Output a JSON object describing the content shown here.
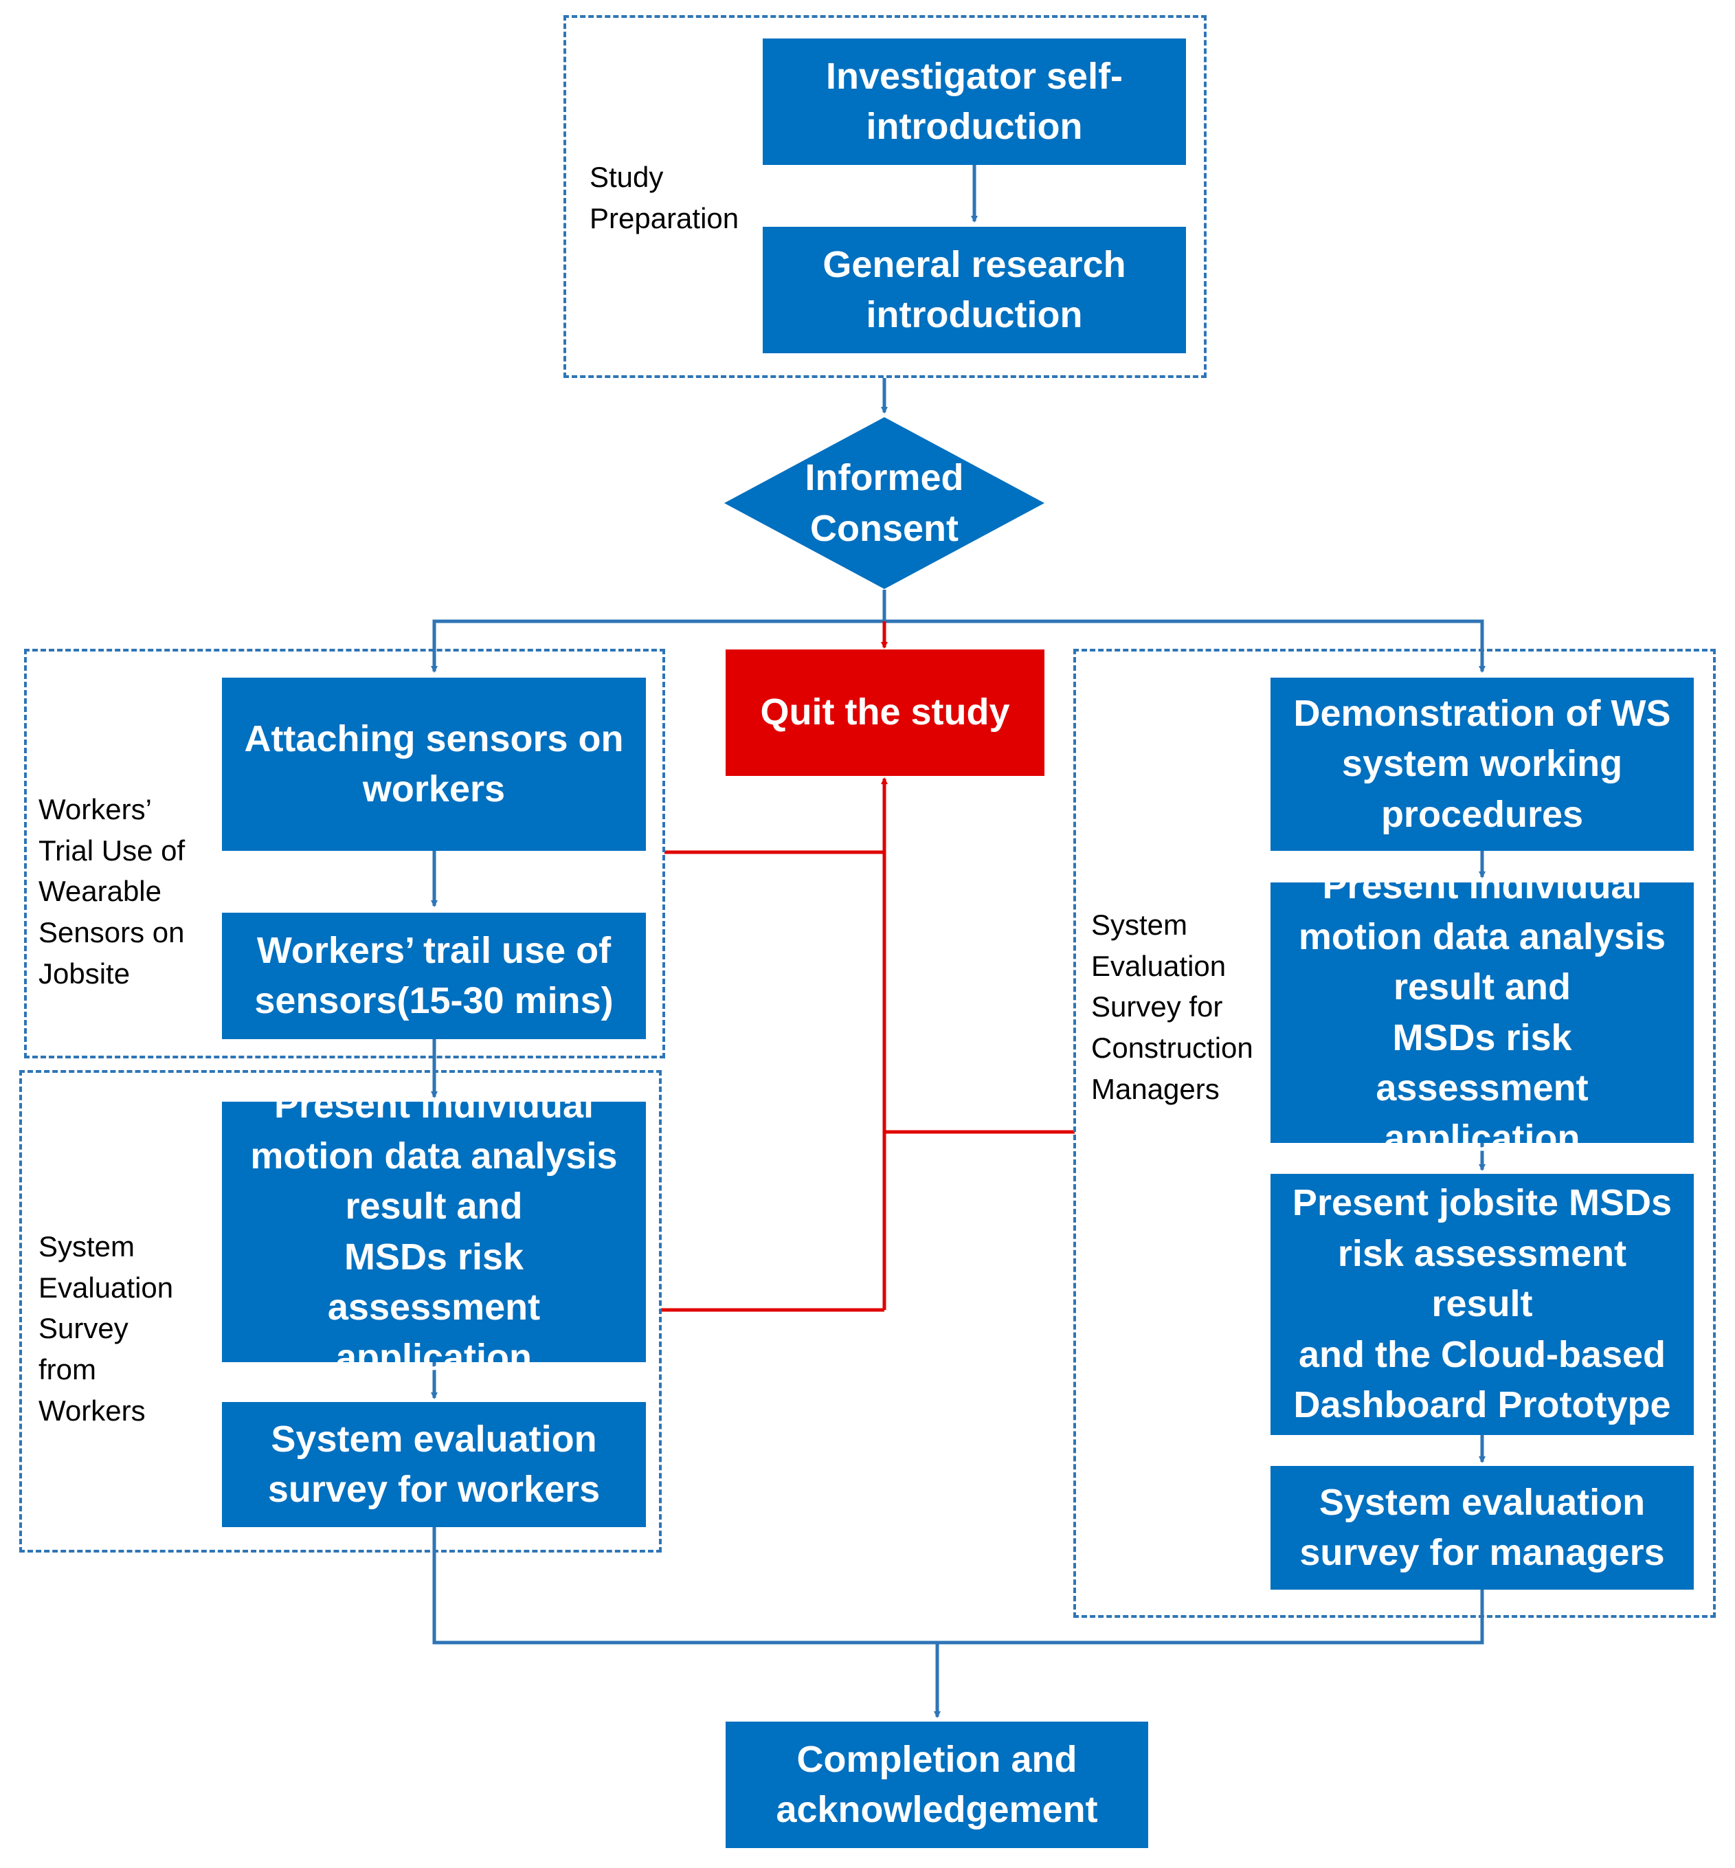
{
  "colors": {
    "box": "#0070c0",
    "quit": "#e00000",
    "connector": "#2e75b6",
    "quit_connector": "#e00000"
  },
  "groups": {
    "study_preparation": "Study\nPreparation",
    "workers_trial": "Workers’\nTrial Use of\nWearable\nSensors on\nJobsite",
    "survey_workers": "System\nEvaluation\nSurvey\nfrom\nWorkers",
    "survey_managers": "System\nEvaluation\nSurvey for\nConstruction\nManagers"
  },
  "nodes": {
    "self_intro": "Investigator self-\nintroduction",
    "research_intro": "General research\nintroduction",
    "consent": "Informed\nConsent",
    "quit": "Quit the study",
    "attach_sensors": "Attaching sensors on\nworkers",
    "trial_use": "Workers’ trail use of\nsensors(15-30 mins)",
    "present_workers": "Present individual\nmotion data analysis\nresult and\nMSDs risk assessment\napplication",
    "survey_workers": "System evaluation\nsurvey for workers",
    "demo_ws": "Demonstration of WS\nsystem working\nprocedures",
    "present_managers": "Present individual\nmotion data analysis\nresult and\nMSDs risk assessment\napplication",
    "present_jobsite": "Present jobsite MSDs\nrisk assessment result\nand the Cloud-based\nDashboard Prototype",
    "survey_managers": "System evaluation\nsurvey for managers",
    "completion": "Completion and\nacknowledgement"
  }
}
